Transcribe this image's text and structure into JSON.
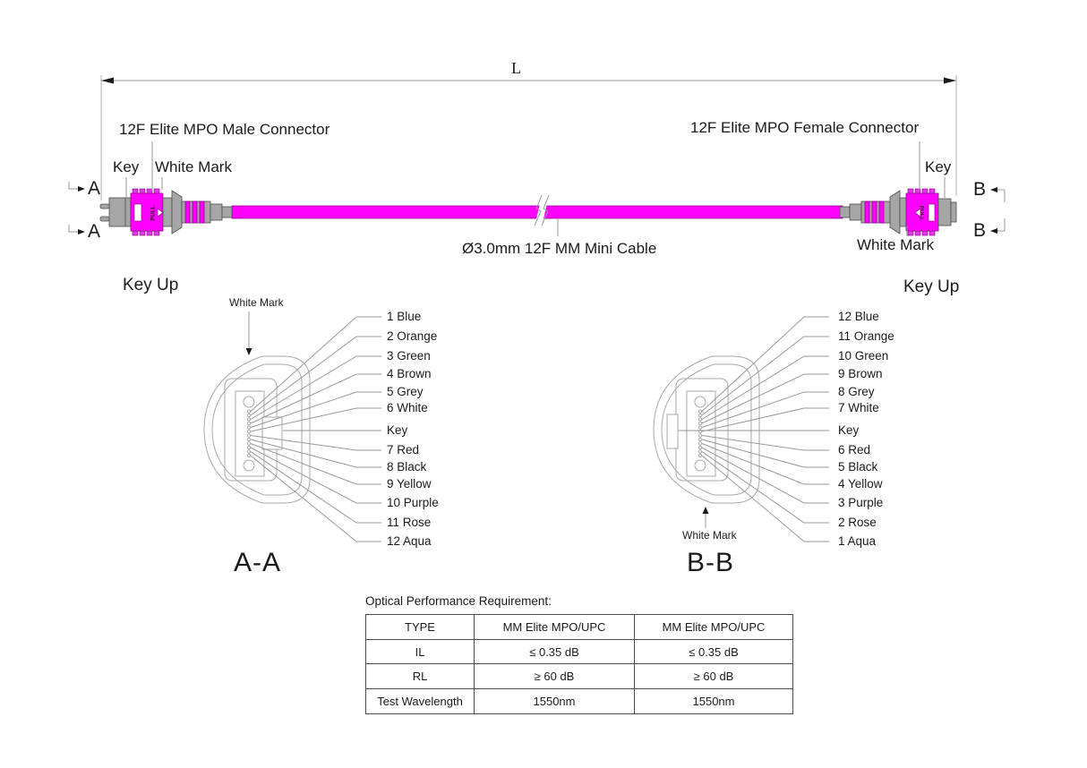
{
  "colors": {
    "cable_magenta": "#ff00ff",
    "connector_grey": "#a6a6a6",
    "line_grey": "#a8a8a8"
  },
  "dimension": {
    "length_label": "L"
  },
  "cable_assembly": {
    "male_connector_label": "12F Elite MPO Male Connector",
    "female_connector_label": "12F Elite MPO Female Connector",
    "key_left": "Key",
    "white_mark_left": "White Mark",
    "key_right": "Key",
    "white_mark_right": "White Mark",
    "cable_label": "Ø3.0mm 12F MM Mini Cable",
    "pull_text": "PULL",
    "section_a_letter": "A",
    "section_b_letter": "B"
  },
  "section_views": {
    "a": {
      "key_up": "Key Up",
      "white_mark": "White Mark",
      "title": "A-A",
      "labels": [
        "1 Blue",
        "2 Orange",
        "3 Green",
        "4 Brown",
        "5 Grey",
        "6 White",
        "Key",
        "7 Red",
        "8 Black",
        "9 Yellow",
        "10 Purple",
        "11 Rose",
        "12 Aqua"
      ]
    },
    "b": {
      "key_up": "Key Up",
      "white_mark": "White Mark",
      "title": "B-B",
      "labels": [
        "12 Blue",
        "11 Orange",
        "10 Green",
        "9 Brown",
        "8 Grey",
        "7 White",
        "Key",
        "6 Red",
        "5 Black",
        "4 Yellow",
        "3 Purple",
        "2 Rose",
        "1 Aqua"
      ]
    }
  },
  "table": {
    "title": "Optical Performance Requirement:",
    "rows": [
      [
        "TYPE",
        "MM Elite MPO/UPC",
        "MM Elite MPO/UPC"
      ],
      [
        "IL",
        "≤ 0.35 dB",
        "≤ 0.35 dB"
      ],
      [
        "RL",
        "≥ 60 dB",
        "≥ 60 dB"
      ],
      [
        "Test Wavelength",
        "1550nm",
        "1550nm"
      ]
    ]
  }
}
